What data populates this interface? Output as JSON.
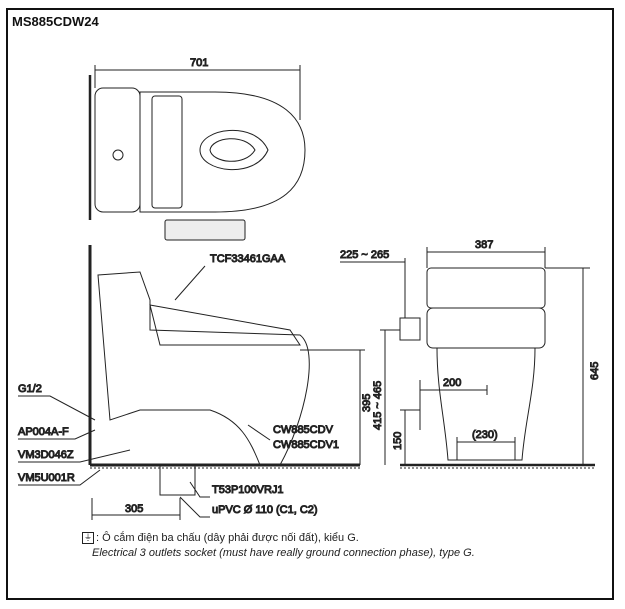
{
  "title": "MS885CDW24",
  "top_view": {
    "dim_length": "701"
  },
  "side_view": {
    "labels": {
      "seat_model": "TCF33461GAA",
      "inlet_thread": "G1/2",
      "valve": "AP004A-F",
      "part_1": "VM3D046Z",
      "part_2": "VM5U001R",
      "bowl_model_1": "CW885CDV",
      "bowl_model_2": "CW885CDV1",
      "flange": "T53P100VRJ1",
      "drain_pipe": "uPVC Ø 110 (C1, C2)"
    },
    "dims": {
      "rough_in": "305",
      "seat_height": "395"
    }
  },
  "front_view": {
    "dims": {
      "width": "387",
      "socket_offset": "225 ~ 265",
      "total_height": "645",
      "socket_height": "415 ~ 465",
      "inlet_height": "150",
      "inlet_offset": "200",
      "base_width": "(230)"
    }
  },
  "note": {
    "icon": "socket-icon",
    "vi": ": Ô cắm điện ba chấu (dây phải được nối đất), kiểu G.",
    "en": "Electrical 3 outlets socket (must have really ground connection phase), type G."
  }
}
